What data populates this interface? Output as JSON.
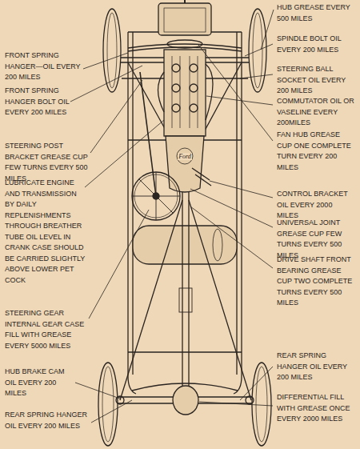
{
  "diagram": {
    "labels": [
      "FRONT SPRING HANGER—OIL EVERY 200 MILES",
      "FRONT SPRING HANGER BOLT OIL EVERY 200 MILES",
      "STEERING POST BRACKET GREASE CUP FEW TURNS EVERY 500 MILES",
      "LUBRICATE ENGINE AND TRANSMISSION BY DAILY REPLENISHMENTS THROUGH BREATHER TUBE OIL LEVEL IN CRANK CASE SHOULD BE CARRIED SLIGHTLY ABOVE LOWER PET COCK",
      "STEERING GEAR INTERNAL GEAR CASE FILL WITH GREASE EVERY 5000 MILES",
      "HUB BRAKE CAM OIL EVERY 200 MILES",
      "REAR SPRING HANGER OIL EVERY 200 MILES",
      "HUB GREASE EVERY 500 MILES",
      "SPINDLE BOLT OIL EVERY 200 MILES",
      "STEERING BALL SOCKET OIL EVERY 200 MILES",
      "COMMUTATOR OIL OR VASELINE EVERY 200MILES",
      "FAN HUB GREASE CUP ONE COMPLETE TURN EVERY 200 MILES",
      "CONTROL BRACKET OIL EVERY 2000 MILES",
      "UNIVERSAL JOINT GREASE CUP FEW TURNS EVERY 500 MILES",
      "DRIVE SHAFT FRONT BEARING GREASE CUP TWO COMPLETE TURNS EVERY 500 MILES",
      "REAR SPRING HANGER OIL EVERY 200 MILES",
      "DIFFERENTIAL FILL WITH GREASE ONCE EVERY 2000 MILES",
      "Ford"
    ]
  }
}
